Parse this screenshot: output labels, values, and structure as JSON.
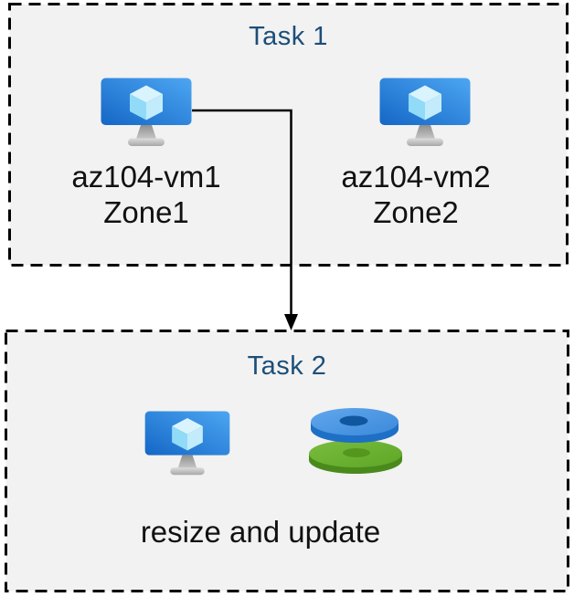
{
  "diagram": {
    "task1": {
      "title": "Task 1",
      "vms": [
        {
          "name": "az104-vm1",
          "zone": "Zone1",
          "icon": "virtual-machine-icon"
        },
        {
          "name": "az104-vm2",
          "zone": "Zone2",
          "icon": "virtual-machine-icon"
        }
      ]
    },
    "task2": {
      "title": "Task 2",
      "caption": "resize and update",
      "icons": [
        "virtual-machine-icon",
        "managed-disks-icon"
      ]
    },
    "arrow": {
      "from": "az104-vm1",
      "to": "Task 2"
    }
  },
  "colors": {
    "box_fill": "#F2F2F2",
    "box_border": "#000000",
    "title_text": "#1C4E79",
    "label_text": "#111111",
    "vm_screen_dark": "#1467C6",
    "vm_screen_light": "#4DA6F2",
    "cube_top": "#D9F4FD",
    "cube_left": "#92DBF8",
    "cube_right": "#C2ECFB",
    "disk_blue_top": "#4796E4",
    "disk_blue_side": "#1E6FC6",
    "disk_blue_hole": "#10579F",
    "disk_green_top": "#6AB230",
    "disk_green_side": "#4A8A1C",
    "disk_green_hole": "#55971E"
  }
}
